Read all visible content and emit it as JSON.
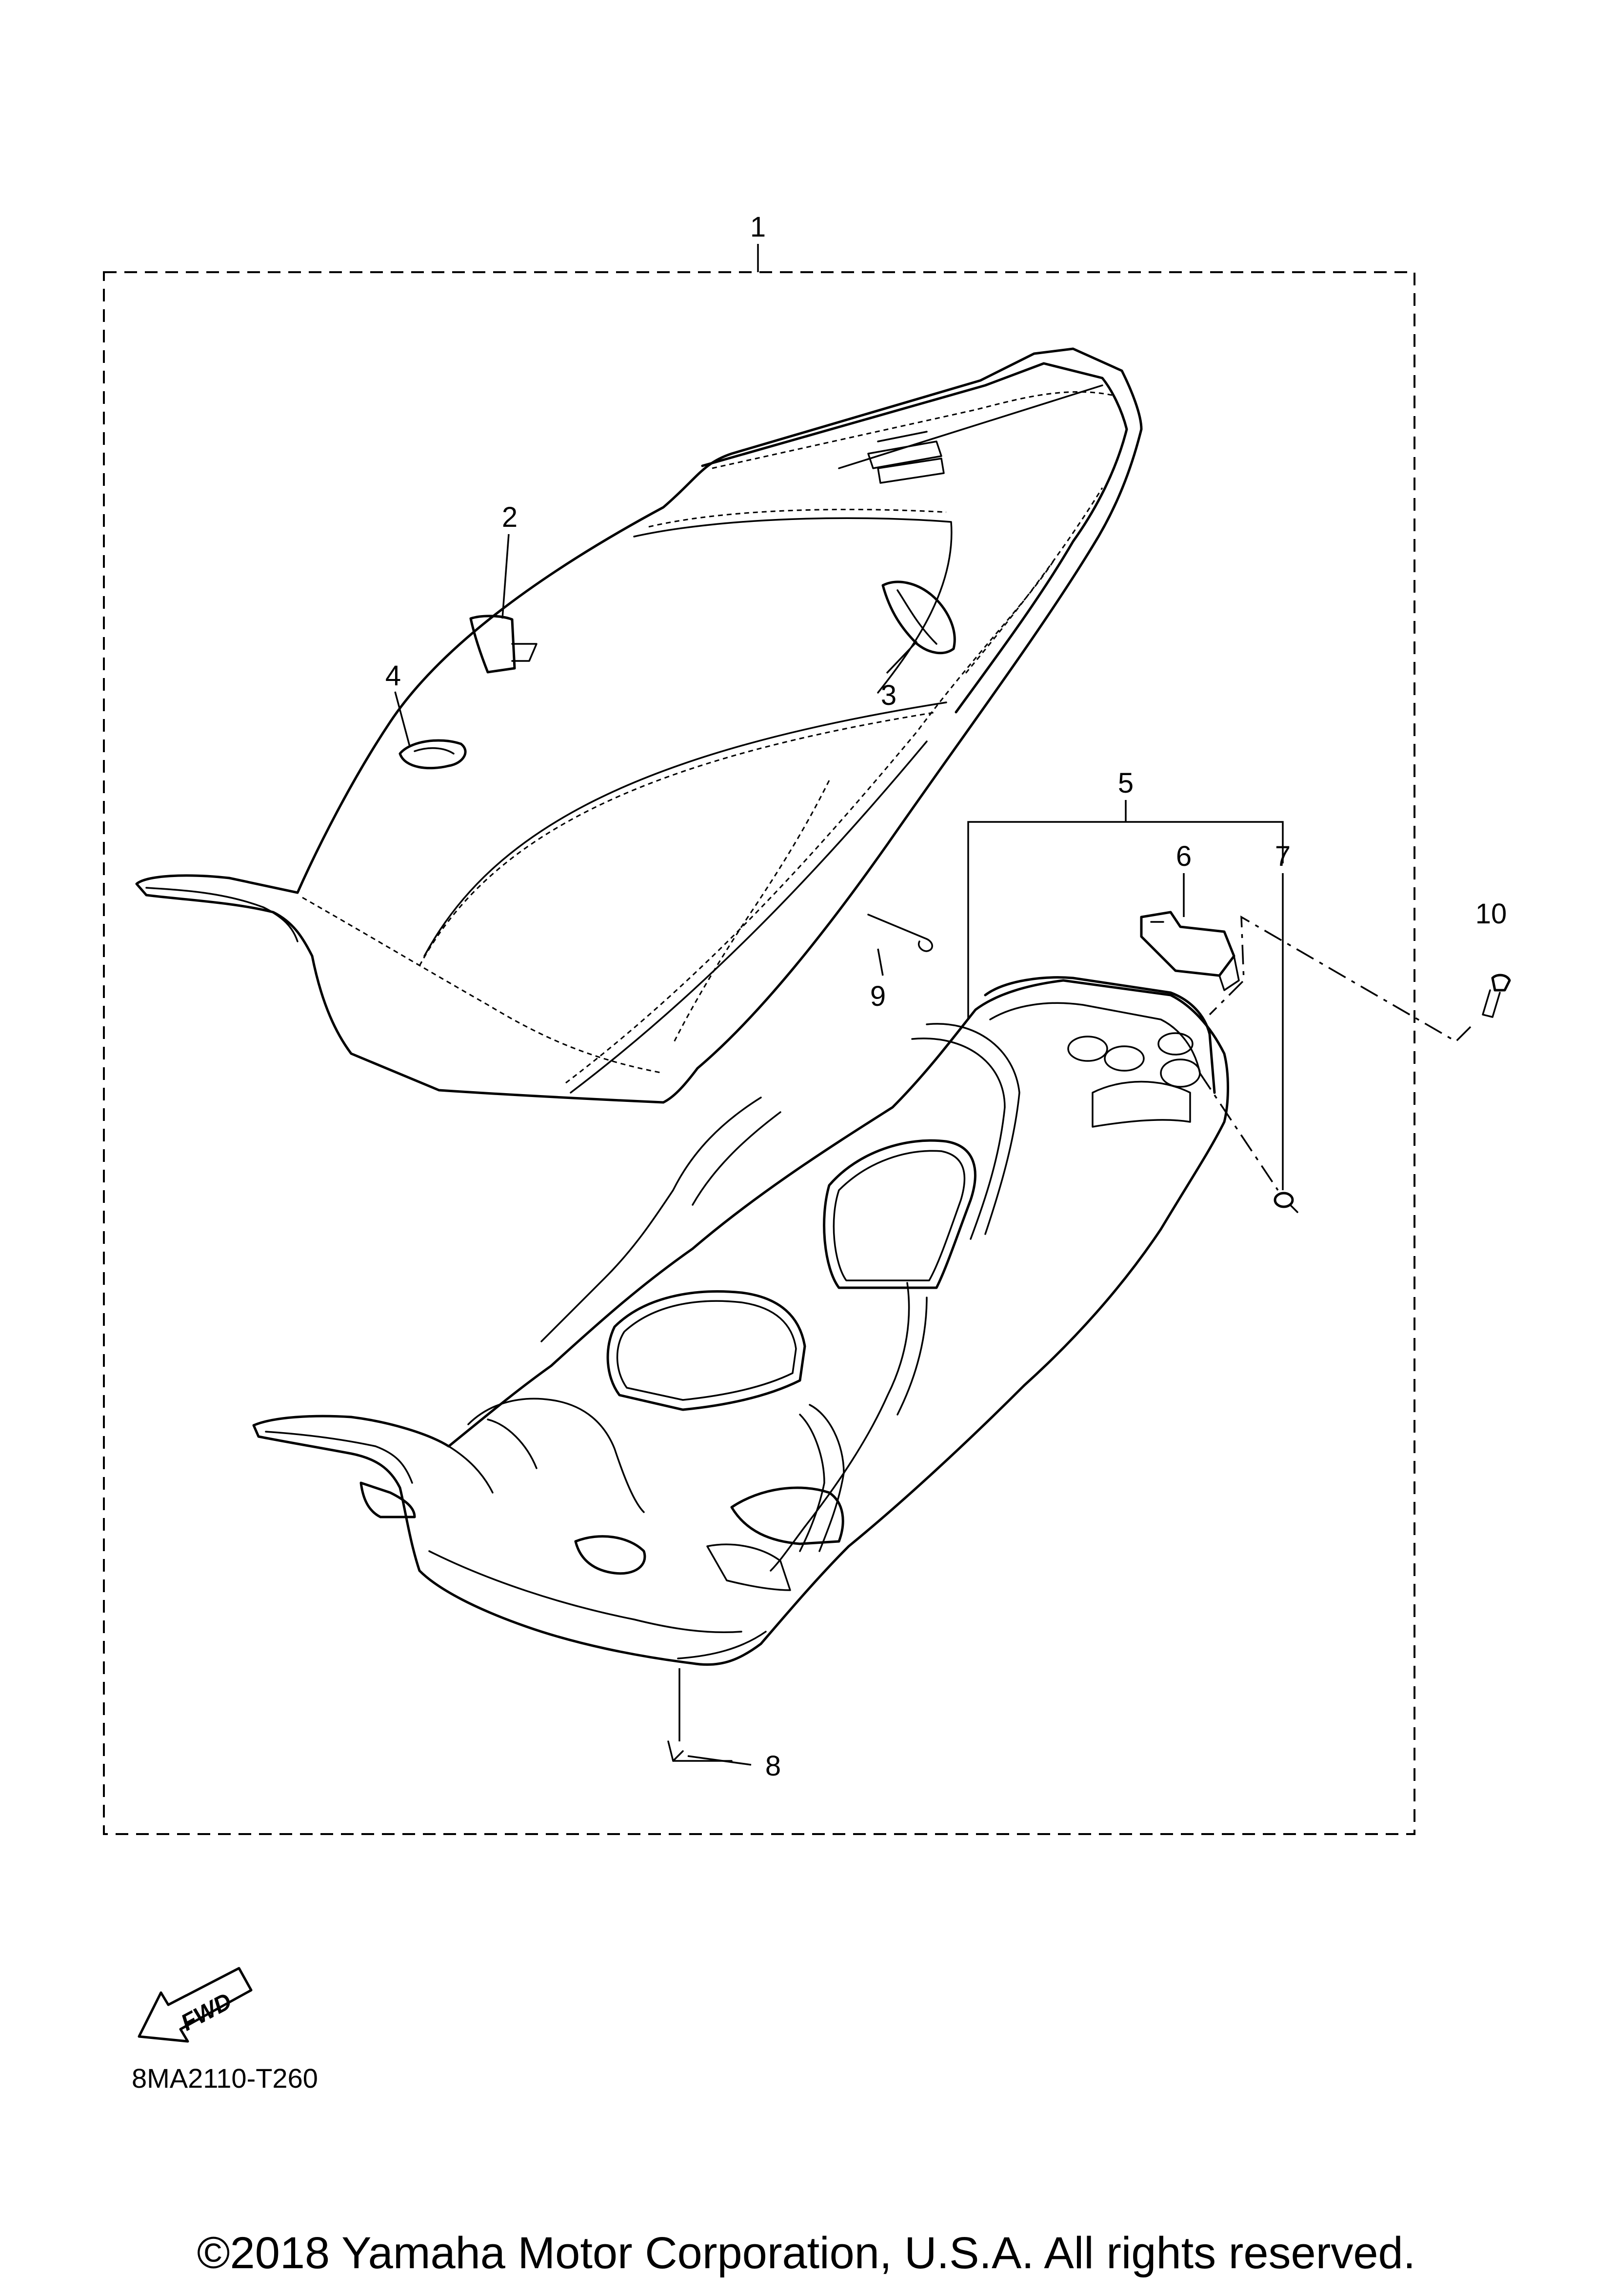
{
  "callouts": {
    "c1": "1",
    "c2": "2",
    "c3": "3",
    "c4": "4",
    "c5": "5",
    "c6": "6",
    "c7": "7",
    "c8": "8",
    "c9": "9",
    "c10": "10"
  },
  "fwd_label": "FWD",
  "diagram_code": "8MA2110-T260",
  "copyright": "©2018 Yamaha Motor Corporation, U.S.A. All rights reserved."
}
